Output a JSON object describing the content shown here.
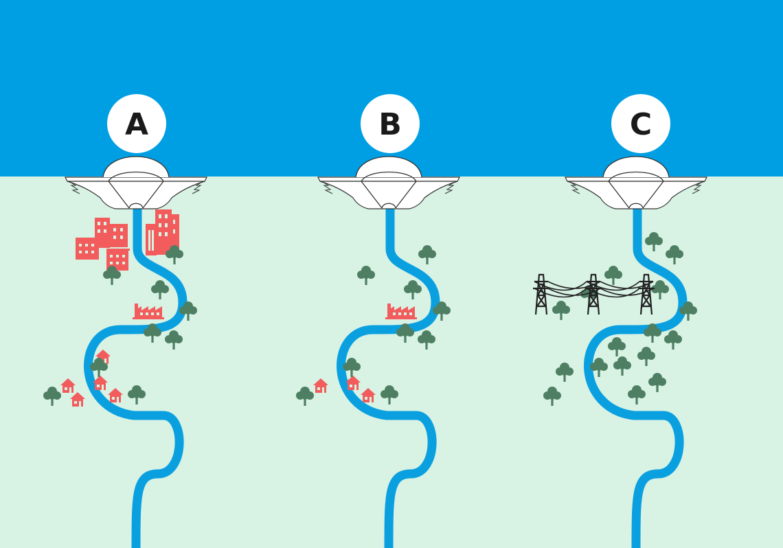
{
  "colors": {
    "reservoir": "#009fe3",
    "land": "#d8f2e4",
    "river": "#0aa0e0",
    "tree": "#4e7f63",
    "buildings": "#f25c5c",
    "dam": "#ffffff",
    "dam_outline": "#333333",
    "pylon": "#222222",
    "badge_bg": "#ffffff",
    "badge_text": "#1a1a1a"
  },
  "icons": [
    "dam-icon",
    "city-icon",
    "factory-icon",
    "house-icon",
    "tree-icon",
    "power-pylon-icon"
  ],
  "panels": [
    {
      "id": "a",
      "label": "A",
      "features": [
        "city-icon",
        "factory-icon",
        "house-icon",
        "tree-icon"
      ]
    },
    {
      "id": "b",
      "label": "B",
      "features": [
        "factory-icon",
        "house-icon",
        "tree-icon"
      ]
    },
    {
      "id": "c",
      "label": "C",
      "features": [
        "power-pylon-icon",
        "tree-icon"
      ]
    }
  ]
}
